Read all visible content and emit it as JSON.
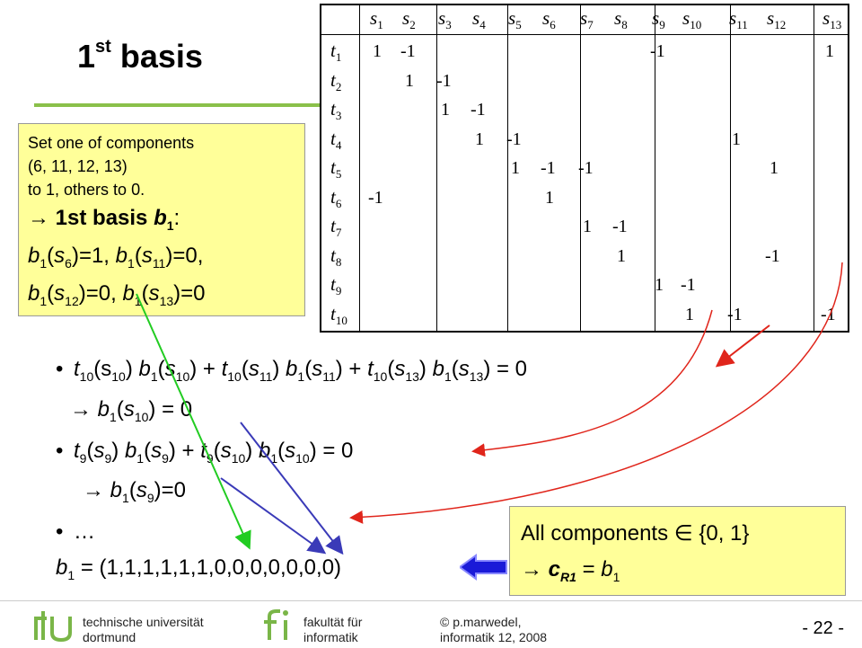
{
  "title": {
    "main": "1",
    "sup": "st",
    "rest": " basis"
  },
  "matrix": {
    "columns": [
      "s",
      "1",
      "s",
      "2",
      "s",
      "3",
      "s",
      "4",
      "s",
      "5",
      "s",
      "6",
      "s",
      "7",
      "s",
      "8",
      "s",
      "9",
      "s",
      "10",
      "s",
      "11",
      "s",
      "12",
      "s",
      "13"
    ],
    "rows": [
      {
        "label": "t",
        "sub": "1",
        "cells": [
          {
            "col": "s1",
            "val": "1"
          },
          {
            "col": "s2",
            "val": "-1"
          },
          {
            "col": "s9",
            "val": "-1"
          },
          {
            "col": "s13",
            "val": "1"
          }
        ]
      },
      {
        "label": "t",
        "sub": "2",
        "cells": [
          {
            "col": "s2",
            "val": "1"
          },
          {
            "col": "s3",
            "val": "-1"
          }
        ]
      },
      {
        "label": "t",
        "sub": "3",
        "cells": [
          {
            "col": "s3",
            "val": "1"
          },
          {
            "col": "s4",
            "val": "-1"
          }
        ]
      },
      {
        "label": "t",
        "sub": "4",
        "cells": [
          {
            "col": "s4",
            "val": "1"
          },
          {
            "col": "s5",
            "val": "-1"
          },
          {
            "col": "s11",
            "val": "1"
          }
        ]
      },
      {
        "label": "t",
        "sub": "5",
        "cells": [
          {
            "col": "s5",
            "val": "1"
          },
          {
            "col": "s6",
            "val": "-1"
          },
          {
            "col": "s7",
            "val": "-1"
          },
          {
            "col": "s12",
            "val": "1"
          }
        ]
      },
      {
        "label": "t",
        "sub": "6",
        "cells": [
          {
            "col": "s1",
            "val": "-1"
          },
          {
            "col": "s6",
            "val": "1"
          }
        ]
      },
      {
        "label": "t",
        "sub": "7",
        "cells": [
          {
            "col": "s7",
            "val": "1"
          },
          {
            "col": "s8",
            "val": "-1"
          }
        ]
      },
      {
        "label": "t",
        "sub": "8",
        "cells": [
          {
            "col": "s8",
            "val": "1"
          },
          {
            "col": "s12",
            "val": "-1"
          }
        ]
      },
      {
        "label": "t",
        "sub": "9",
        "cells": [
          {
            "col": "s9",
            "val": "1"
          },
          {
            "col": "s10",
            "val": "-1"
          }
        ]
      },
      {
        "label": "t",
        "sub": "10",
        "cells": [
          {
            "col": "s10",
            "val": "1"
          },
          {
            "col": "s11",
            "val": "-1"
          },
          {
            "col": "s13",
            "val": "-1"
          }
        ]
      }
    ]
  },
  "setbox": {
    "line1": "Set one of components",
    "line2": "(6, 11, 12, 13)",
    "line3": "to 1, others to 0.",
    "arrow": "→",
    "basis_label": "1st basis ",
    "b": "b",
    "one": "1",
    "colon": ":",
    "eq1": "b1(s6)=1, b1(s11)=0,",
    "eq2": "b1(s12)=0, b1(s13)=0"
  },
  "body": {
    "bullet": "•",
    "line1": "t10(s10) b1(s10) + t10(s11) b1(s11) + t10(s13) b1(s13) = 0",
    "line2": "→ b1(s10) = 0",
    "line3": "t9(s9) b1(s9) + t9(s10) b1(s10) = 0",
    "line4": "→ b1(s9)=0",
    "ellipsis": "…",
    "result": "b1 = (1,1,1,1,1,1,0,0,0,0,0,0,0)"
  },
  "allbox": {
    "line1": "All components ∈ {0, 1}",
    "line2": "→ cR1 = b1"
  },
  "footer": {
    "uni1": "technische universität",
    "uni2": "dortmund",
    "fak1": "fakultät für",
    "fak2": "informatik",
    "author1": "© p.marwedel,",
    "author2": "informatik 12,  2008",
    "page": "- 22 -"
  },
  "colors": {
    "accent_green": "#8ac04a",
    "box_yellow": "#ffff99",
    "arrow_red": "#e0251b",
    "arrow_blue": "#3a3ab8",
    "arrow_green": "#22cc22",
    "logo_green": "#7ab648"
  }
}
